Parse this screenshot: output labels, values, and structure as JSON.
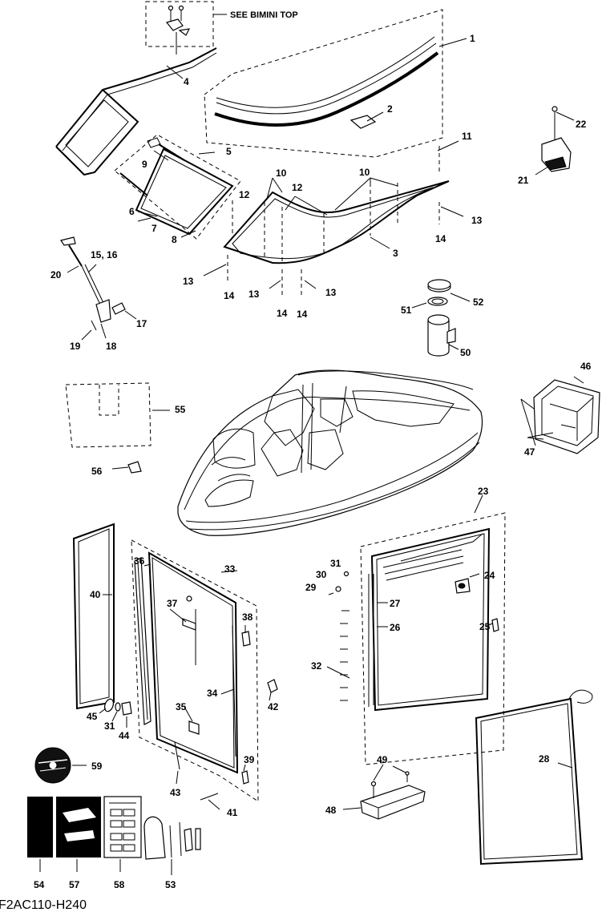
{
  "notes": {
    "see_bimini": "SEE BIMINI TOP"
  },
  "drawing_code": "F2AC110-H240",
  "labels": [
    "1",
    "2",
    "3",
    "4",
    "5",
    "6",
    "7",
    "8",
    "9",
    "10",
    "10",
    "11",
    "12",
    "12",
    "13",
    "13",
    "13",
    "13",
    "14",
    "14",
    "14",
    "14",
    "15, 16",
    "17",
    "18",
    "19",
    "20",
    "21",
    "22",
    "23",
    "24",
    "25",
    "26",
    "27",
    "28",
    "29",
    "30",
    "31",
    "31",
    "32",
    "33",
    "34",
    "35",
    "36",
    "37",
    "38",
    "39",
    "40",
    "41",
    "42",
    "43",
    "44",
    "45",
    "46",
    "47",
    "48",
    "49",
    "50",
    "51",
    "52",
    "53",
    "54",
    "55",
    "56",
    "57",
    "58",
    "59"
  ]
}
